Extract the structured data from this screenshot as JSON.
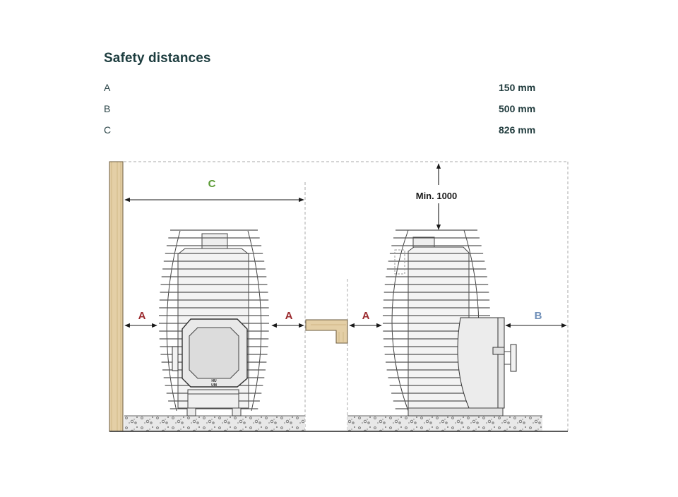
{
  "title": "Safety distances",
  "distances": [
    {
      "key": "A",
      "value": "150 mm"
    },
    {
      "key": "B",
      "value": "500 mm"
    },
    {
      "key": "C",
      "value": "826 mm"
    }
  ],
  "diagram": {
    "label_a": "A",
    "label_b": "B",
    "label_c": "C",
    "label_min": "Min. 1000",
    "heater_logo": "HU\nUM",
    "colors": {
      "a": "#9b2a2e",
      "b": "#6f8fb8",
      "c": "#5a9a34",
      "wood": "#e4cfa6",
      "floor": "#e6e6e6"
    }
  }
}
